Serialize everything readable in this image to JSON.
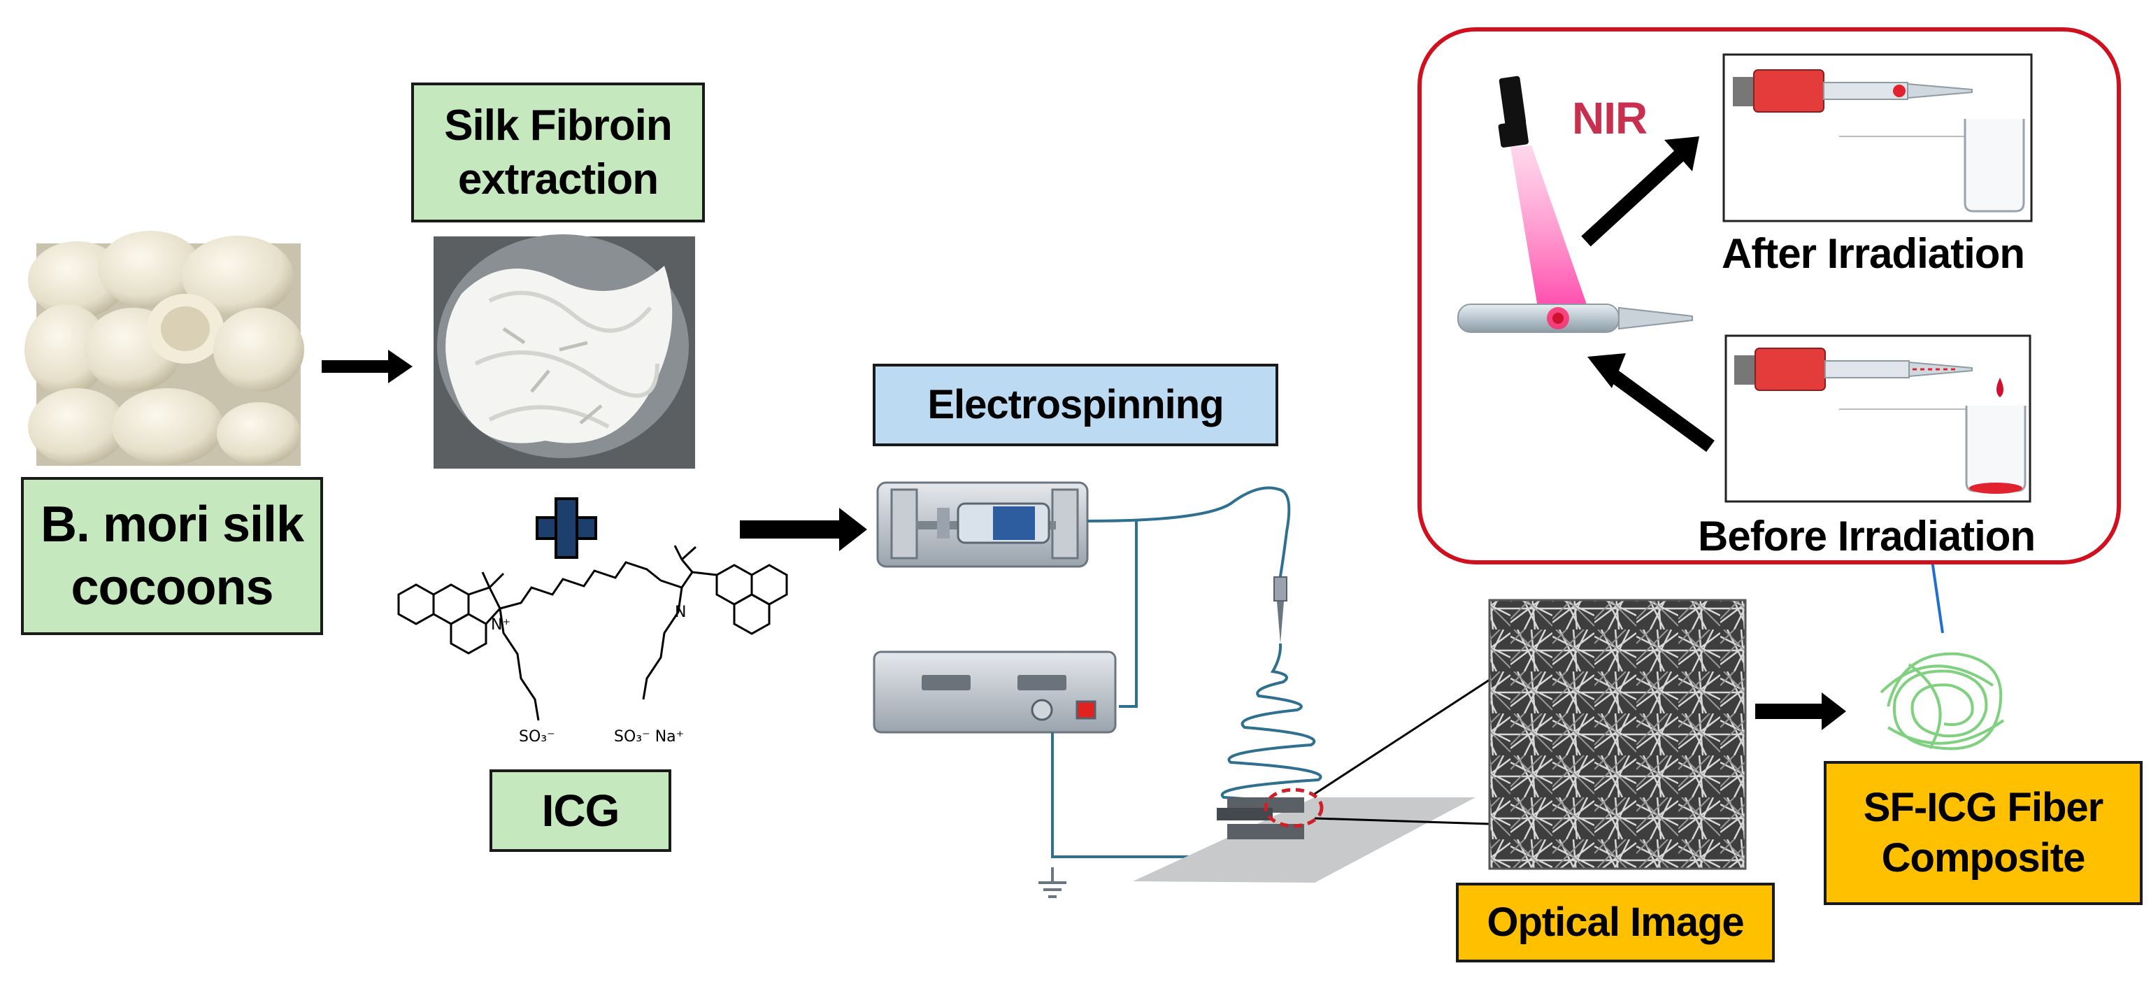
{
  "labels": {
    "silk_fibroin": "Silk Fibroin\nextraction",
    "cocoons": "B. mori silk\ncocoons",
    "icg": "ICG",
    "electrospinning": "Electrospinning",
    "optical_image": "Optical Image",
    "composite": "SF-ICG Fiber\nComposite",
    "nir": "NIR",
    "after_irradiation": "After Irradiation",
    "before_irradiation": "Before Irradiation"
  },
  "molecule": {
    "left_ion": "N⁺",
    "right_n": "N",
    "sulfonate_left": "SO₃⁻",
    "sulfonate_right": "SO₃⁻ Na⁺"
  },
  "colors": {
    "green_box": "#c6e8bf",
    "blue_box": "#bcdaf1",
    "gold_box": "#ffc000",
    "nir_text": "#c8304f",
    "inset_border": "#d0101e",
    "arrow": "#000000",
    "fiber_green": "#7fd17f",
    "flow_line": "#1f6fd0",
    "tubing": "#2f6f8f"
  },
  "icons": [
    "flashlight-icon",
    "syringe-icon",
    "beaker-icon",
    "blood-drop-icon"
  ]
}
